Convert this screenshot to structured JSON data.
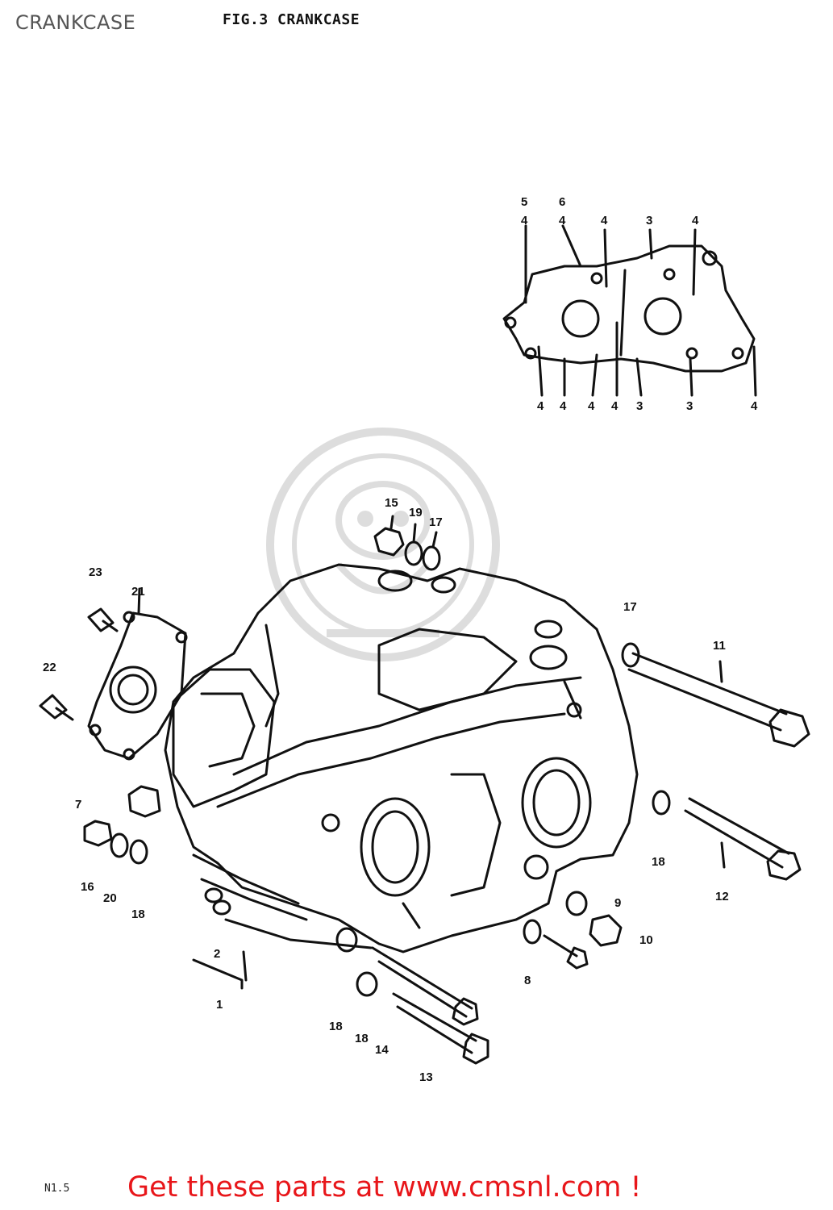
{
  "header": {
    "title": "CRANKCASE",
    "figure_caption": "FIG.3 CRANKCASE"
  },
  "gasket_inset": {
    "top_labels": [
      "5",
      "6",
      "4",
      "4",
      "4",
      "3",
      "4"
    ],
    "bottom_labels": [
      "4",
      "4",
      "4",
      "4",
      "3",
      "3",
      "4"
    ]
  },
  "main_callouts": [
    "15",
    "19",
    "17",
    "23",
    "21",
    "22",
    "17",
    "11",
    "7",
    "16",
    "20",
    "18",
    "18",
    "12",
    "9",
    "10",
    "2",
    "1",
    "8",
    "18",
    "18",
    "14",
    "13"
  ],
  "footer": {
    "ref_code": "N1.5",
    "cta": "Get these parts at www.cmsnl.com !"
  }
}
